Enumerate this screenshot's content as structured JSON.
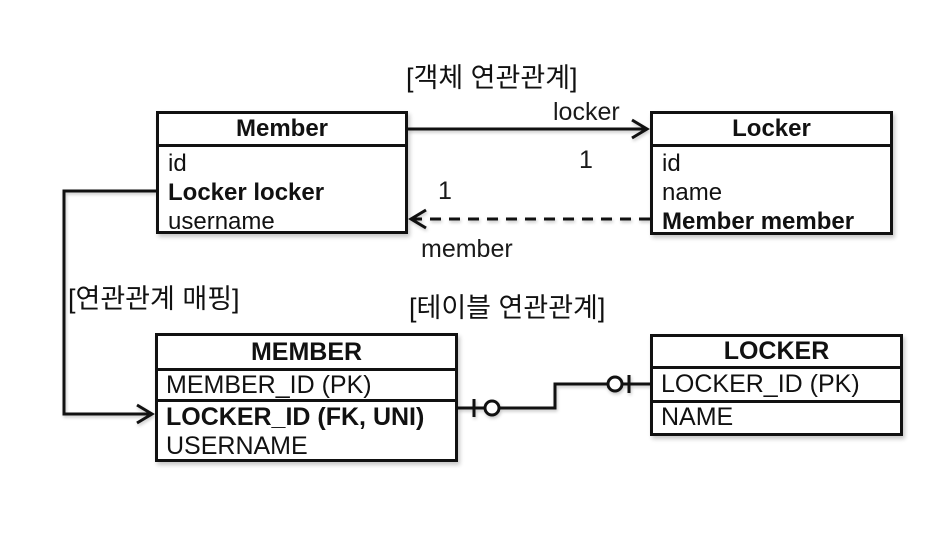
{
  "canvas": {
    "background": "#ffffff",
    "ink": "#111111"
  },
  "section_labels": {
    "object_association": "[객체 연관관계]",
    "association_mapping": "[연관관계 매핑]",
    "table_association": "[테이블 연관관계]"
  },
  "object_diagram": {
    "member_class": {
      "title": "Member",
      "fields": [
        "id",
        "Locker locker",
        "username"
      ]
    },
    "locker_class": {
      "title": "Locker",
      "fields": [
        "id",
        "name",
        "Member member"
      ]
    },
    "to_locker": {
      "label": "locker",
      "multiplicity": "1"
    },
    "to_member": {
      "label": "member",
      "multiplicity": "1"
    }
  },
  "table_diagram": {
    "member_table": {
      "title": "MEMBER",
      "rows": [
        "MEMBER_ID (PK)",
        "LOCKER_ID (FK, UNI)",
        "USERNAME"
      ]
    },
    "locker_table": {
      "title": "LOCKER",
      "rows": [
        "LOCKER_ID (PK)",
        "NAME"
      ]
    }
  }
}
